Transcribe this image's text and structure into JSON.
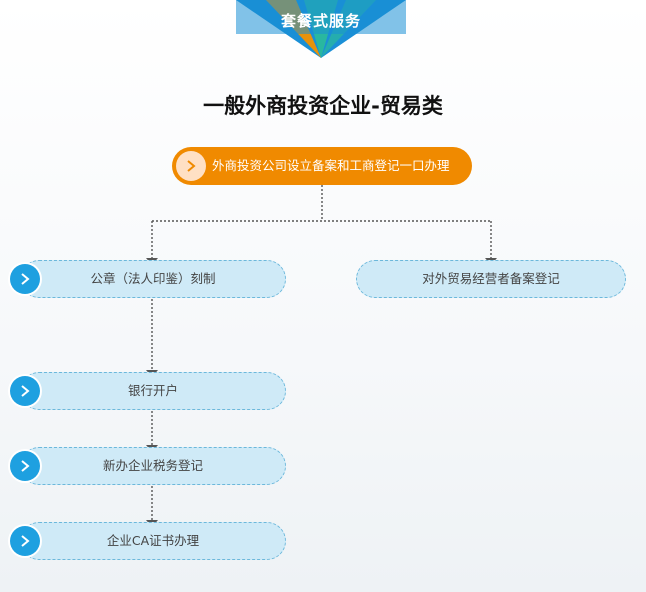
{
  "header": {
    "ribbon_label": "套餐式服务"
  },
  "page_title": "一般外商投资企业-贸易类",
  "steps": {
    "main": "外商投资公司设立备案和工商登记一口办理",
    "seal": "公章（法人印鉴）刻制",
    "foreign_trade": "对外贸易经营者备案登记",
    "bank": "银行开户",
    "tax": "新办企业税务登记",
    "ca": "企业CA证书办理"
  },
  "colors": {
    "orange": "#f08a00",
    "blue": "#1ea0e0",
    "step_fill": "#cfeaf7",
    "step_border": "#6cb8db",
    "ribbon_blue": "#1a8fd6",
    "ribbon_green": "#29b7a0",
    "ribbon_orange": "#f29200"
  },
  "icons": [
    "chevron-right-icon"
  ]
}
